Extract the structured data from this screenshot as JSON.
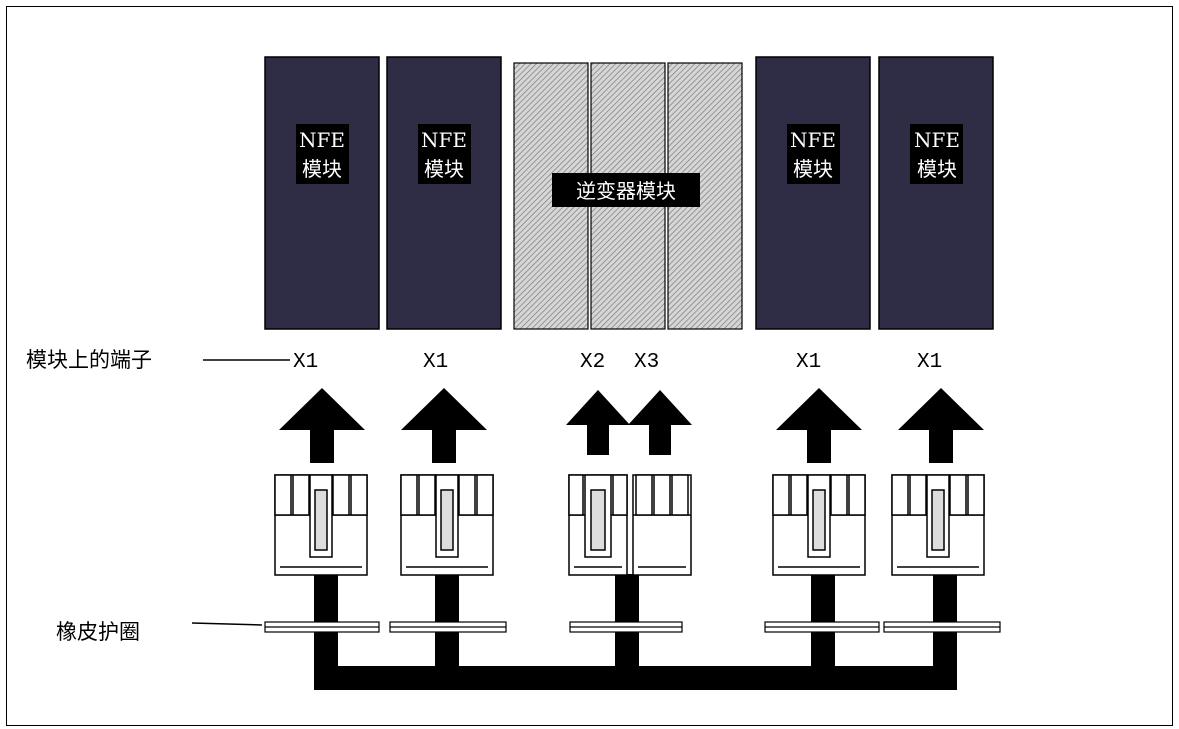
{
  "labels": {
    "nfe_line1": "NFE",
    "nfe_line2": "模块",
    "inverter": "逆变器模块",
    "terminals_on_module": "模块上的端子",
    "rubber_grommet": "橡皮护圈",
    "x1": "X1",
    "x2": "X2",
    "x3": "X3"
  },
  "colors": {
    "nfe_fill": "#2e2d45",
    "inverter_fill": "#c8c8c8",
    "stroke": "#000000"
  }
}
